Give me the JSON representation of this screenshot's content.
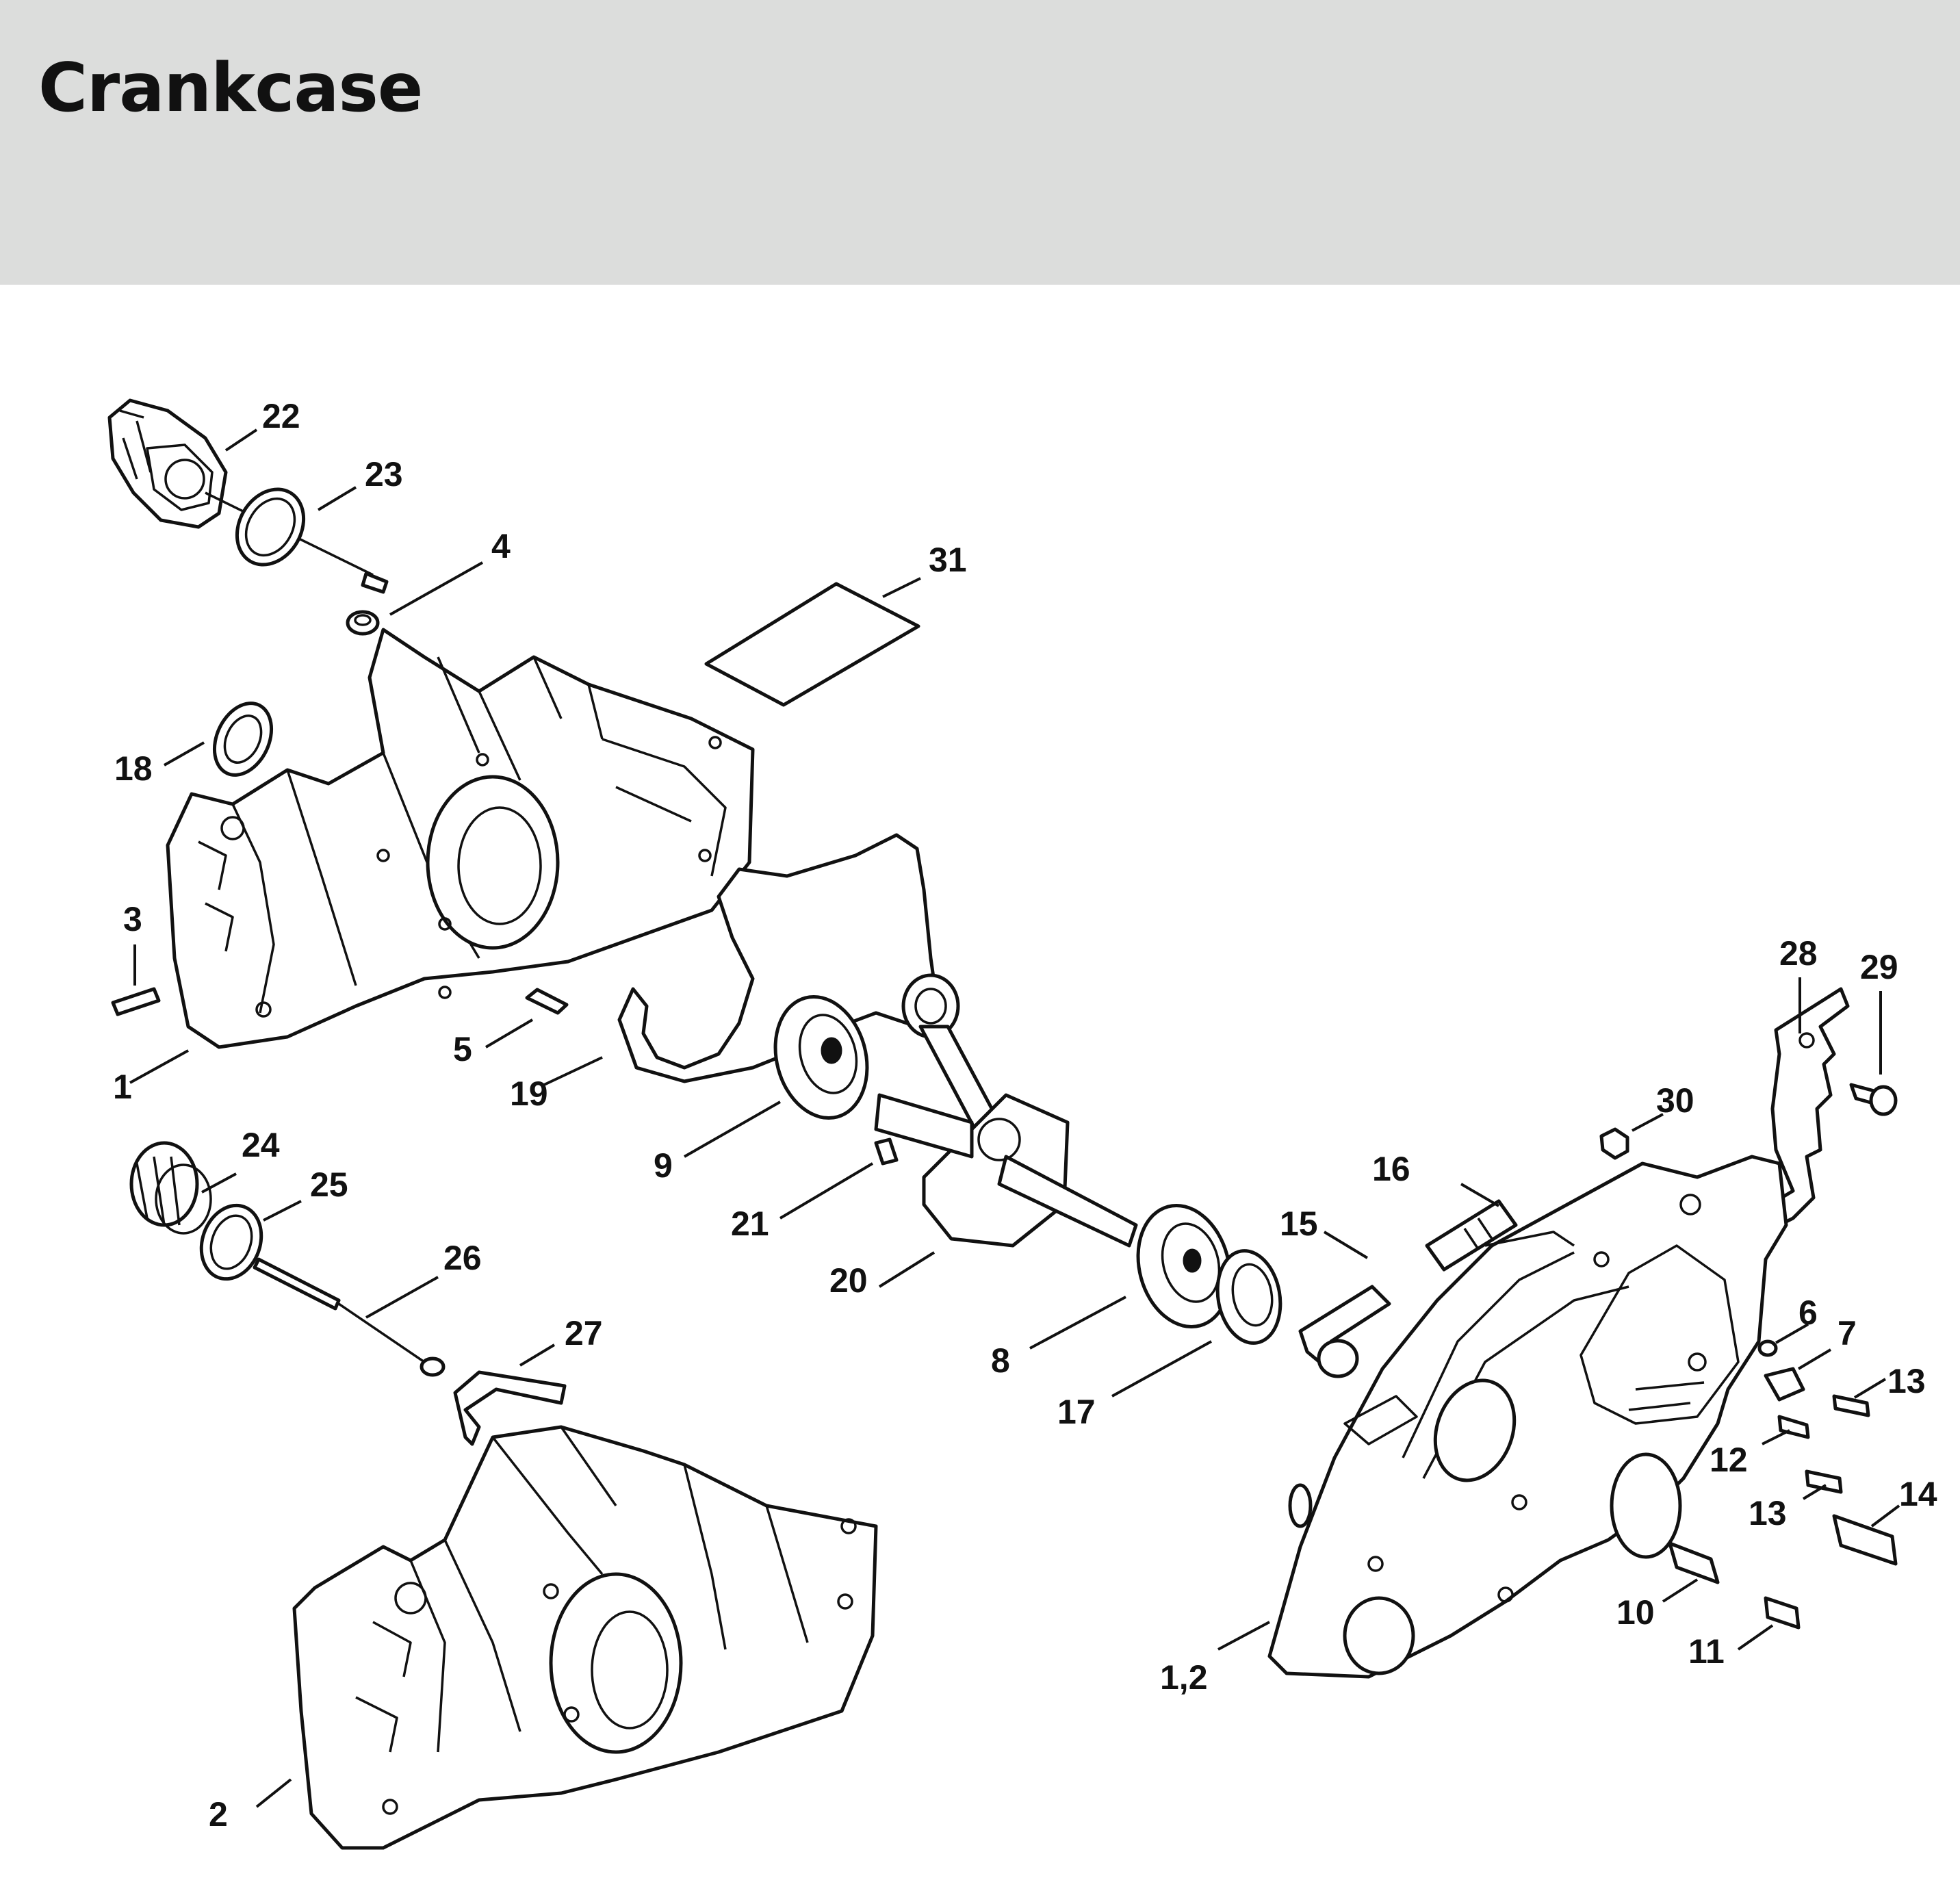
{
  "header": {
    "title": "Crankcase",
    "band_color": "#dcdddc"
  },
  "callouts": [
    "22",
    "23",
    "4",
    "31",
    "18",
    "3",
    "1",
    "5",
    "19",
    "9",
    "21",
    "20",
    "24",
    "25",
    "26",
    "27",
    "2",
    "8",
    "17",
    "28",
    "29",
    "30",
    "16",
    "15",
    "6",
    "7",
    "13",
    "12",
    "13",
    "14",
    "10",
    "11",
    "1,2"
  ]
}
